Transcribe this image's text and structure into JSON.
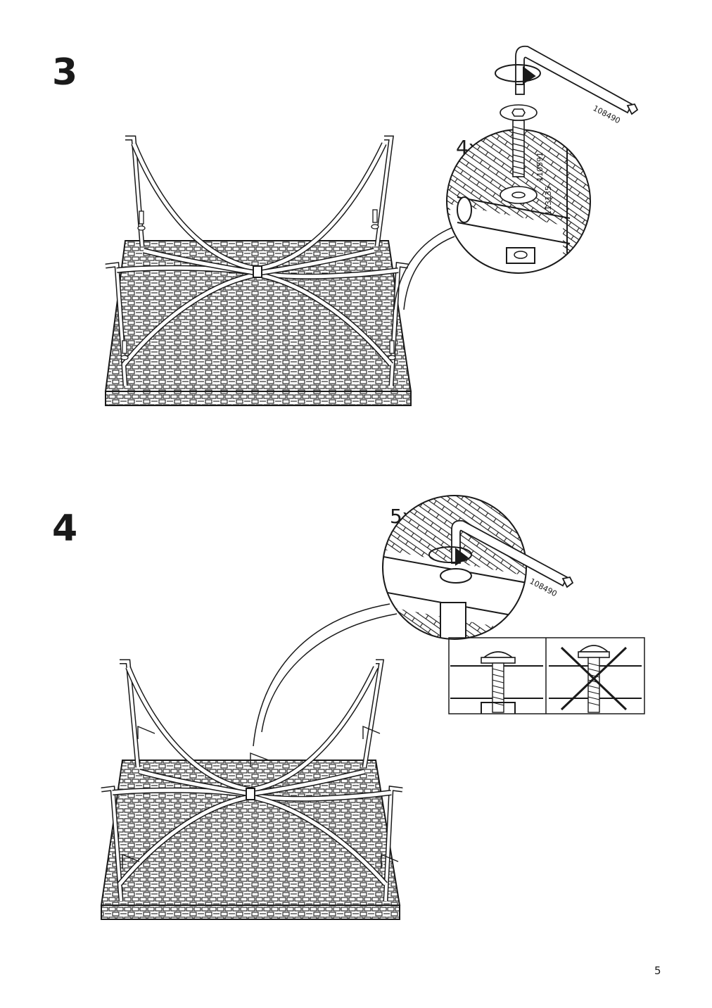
{
  "steps": [
    {
      "number": "3",
      "quantity": "4x",
      "tool_part": "108490",
      "bolt_part": "110591",
      "washer_part": "113135"
    },
    {
      "number": "4",
      "quantity": "5x",
      "tool_part": "108490"
    }
  ],
  "page_number": "5",
  "icons": [
    "allen-key-icon",
    "rotate-arrow-icon",
    "bolt-icon",
    "washer-icon",
    "check-icon",
    "cross-icon"
  ]
}
